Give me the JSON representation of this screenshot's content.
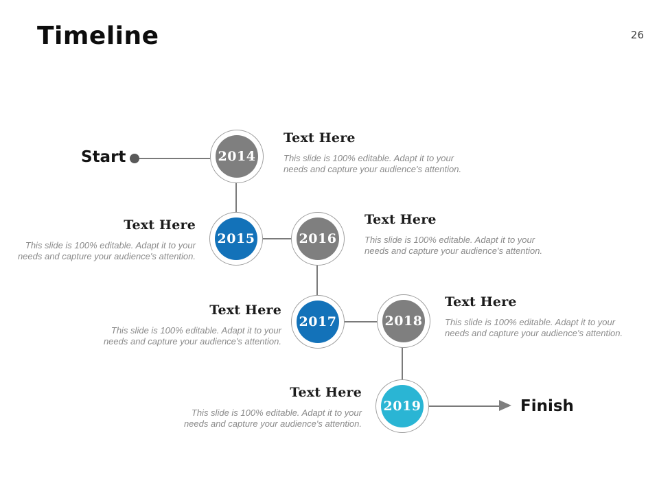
{
  "slide": {
    "title": "Timeline",
    "page_number": "26",
    "start_label": "Start",
    "finish_label": "Finish"
  },
  "colors": {
    "gray": "#7f7f7f",
    "blue": "#1372b9",
    "teal": "#2ab5d4"
  },
  "nodes": [
    {
      "year": "2014",
      "fill": "gray",
      "heading": "Text Here",
      "body_lines": [
        "This slide is 100% editable. Adapt it to your",
        "needs and capture your audience's attention."
      ]
    },
    {
      "year": "2015",
      "fill": "blue",
      "heading": "Text Here",
      "body_lines": [
        "This slide is 100% editable. Adapt it to your",
        "needs and capture your audience's attention."
      ]
    },
    {
      "year": "2016",
      "fill": "gray",
      "heading": "Text Here",
      "body_lines": [
        "This slide is 100% editable. Adapt it to your",
        "needs and capture your audience's attention."
      ]
    },
    {
      "year": "2017",
      "fill": "blue",
      "heading": "Text Here",
      "body_lines": [
        "This slide is 100% editable. Adapt it to your",
        "needs and capture your audience's attention."
      ]
    },
    {
      "year": "2018",
      "fill": "gray",
      "heading": "Text Here",
      "body_lines": [
        "This slide is 100% editable. Adapt it to your",
        "needs and capture your audience's attention."
      ]
    },
    {
      "year": "2019",
      "fill": "teal",
      "heading": "Text Here",
      "body_lines": [
        "This slide is 100% editable. Adapt it to your",
        "needs and capture your audience's attention."
      ]
    }
  ]
}
